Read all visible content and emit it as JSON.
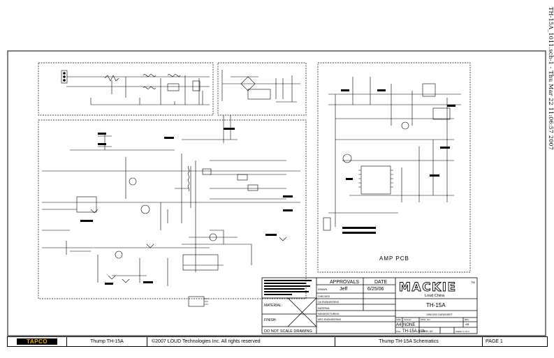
{
  "side_stamp": "TH-15A_1011.sch-1 - Thu Mar 22 11:06:57 2007",
  "amp_pcb_label": "AMP PCB",
  "title_block": {
    "approvals": "APPROVALS",
    "date": "DATE",
    "drawn_label": "DRAWN",
    "drawn_name": "Jeff",
    "drawn_date": "6/25/06",
    "checked": "CHECKED",
    "qa_engineering": "QA ENGINEERING",
    "manufacturing": "MANUFACTURING",
    "mfg_engineering": "MFG ENGINEERING",
    "material": "MATERIAL:",
    "finish": "FINISH:",
    "do_not_scale": "DO NOT SCALE DRAWING",
    "brand": "MACKIE",
    "trademark": "TM",
    "brand_sub": "Loud China",
    "doc_title": "TH-15A",
    "doc_sub": "15W/120V DATASHEET",
    "size_label": "SIZE",
    "size": "A4",
    "scale_label": "SCALE:",
    "scale": "NONE",
    "dwg_label": "DWG. NO.",
    "rev_label": "REV.",
    "rev": "AB",
    "file_label": "FILE",
    "file": "TH-15A.sch",
    "label": "LABEL  SD",
    "sheet": "SHEET  1  OF  2"
  },
  "footer": {
    "logo": "TAPCO",
    "model": "Thump TH-15A",
    "copyright": "©2007 LOUD Technologies Inc.  All rights reserved",
    "title": "Thump TH-15A Schematics",
    "page": "PAGE 1"
  }
}
